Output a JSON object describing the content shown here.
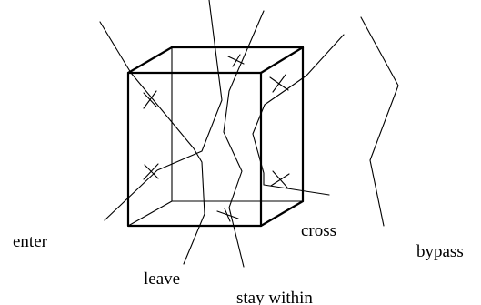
{
  "labels": {
    "enter": "enter",
    "leave": "leave",
    "stay_within": "stay within",
    "cross": "cross",
    "bypass": "bypass"
  }
}
